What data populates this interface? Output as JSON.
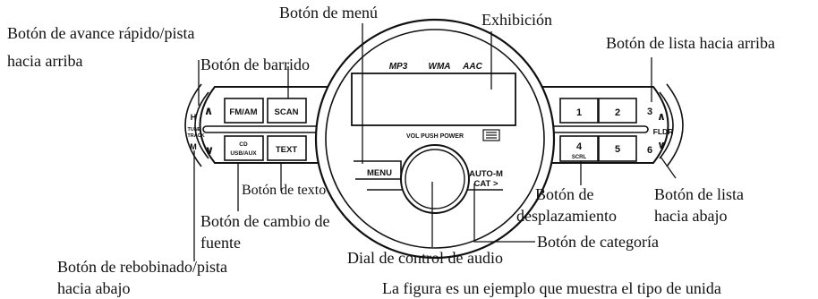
{
  "labels": {
    "menu_button": "Botón de menú",
    "display": "Exhibición",
    "fast_forward": [
      "Botón de avance rápido/pista",
      "hacia arriba"
    ],
    "scan_button": "Botón de barrido",
    "list_up": "Botón de lista hacia arriba",
    "text_button": "Botón de texto",
    "scroll_button": [
      "Botón de",
      "desplazamiento"
    ],
    "list_down": [
      "Botón de lista",
      "hacia abajo"
    ],
    "source_change": [
      "Botón de cambio de",
      "fuente"
    ],
    "category_button": "Botón de categoría",
    "audio_dial": "Dial de control de audio",
    "rewind": [
      "Botón de rebobinado/pista",
      "hacia abajo"
    ],
    "footnote": "La figura es un ejemplo que muestra el tipo de unida"
  },
  "unit": {
    "tune_h": "H",
    "tune_text": [
      "TUNE",
      "TRACK"
    ],
    "tune_m": "M",
    "fm_am": "FM/AM",
    "scan": "SCAN",
    "cd_usb": [
      "CD",
      "USB/AUX"
    ],
    "text": "TEXT",
    "menu": "MENU",
    "vol_push_power": "VOL PUSH POWER",
    "auto_m": "AUTO-M",
    "cat": "CAT >",
    "formats": [
      "MP3",
      "WMA",
      "AAC"
    ],
    "presets": [
      "1",
      "2",
      "3",
      "4",
      "5",
      "6"
    ],
    "scrl": "SCRL",
    "fldr": "FLDR"
  }
}
